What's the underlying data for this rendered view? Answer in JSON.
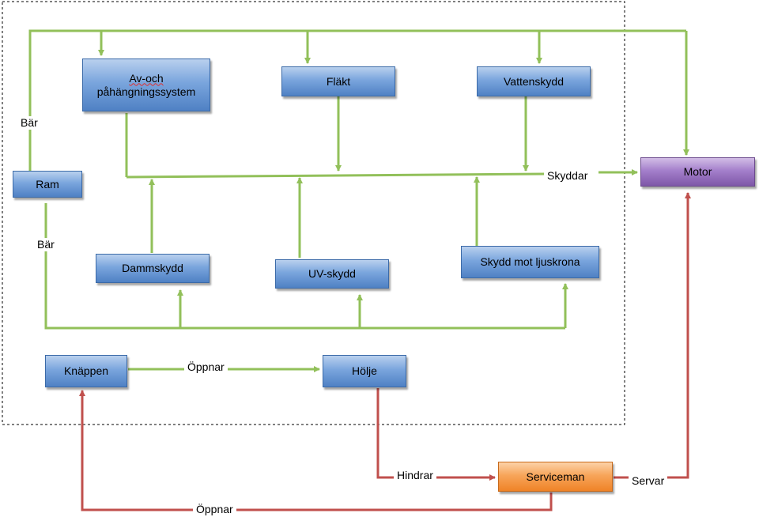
{
  "colors": {
    "green": "#92c05a",
    "red": "#c0504d",
    "box_blue": "#4f81c4",
    "box_purple": "#8064a2",
    "box_orange": "#f79646",
    "boundary": "#000000"
  },
  "nodes": {
    "av_och_line1": "Av-och",
    "av_och_line2": "påhängningssystem",
    "flakt": "Fläkt",
    "vattenskydd": "Vattenskydd",
    "ram": "Ram",
    "motor": "Motor",
    "dammskydd": "Dammskydd",
    "uv_skydd": "UV-skydd",
    "skydd_mot_ljuskrona": "Skydd mot ljuskrona",
    "knappen": "Knäppen",
    "holje": "Hölje",
    "serviceman": "Serviceman"
  },
  "edge_labels": {
    "bar_top": "Bär",
    "bar_bottom": "Bär",
    "skyddar": "Skyddar",
    "oppnar_green": "Öppnar",
    "hindrar": "Hindrar",
    "servar": "Servar",
    "oppnar_red": "Öppnar"
  }
}
